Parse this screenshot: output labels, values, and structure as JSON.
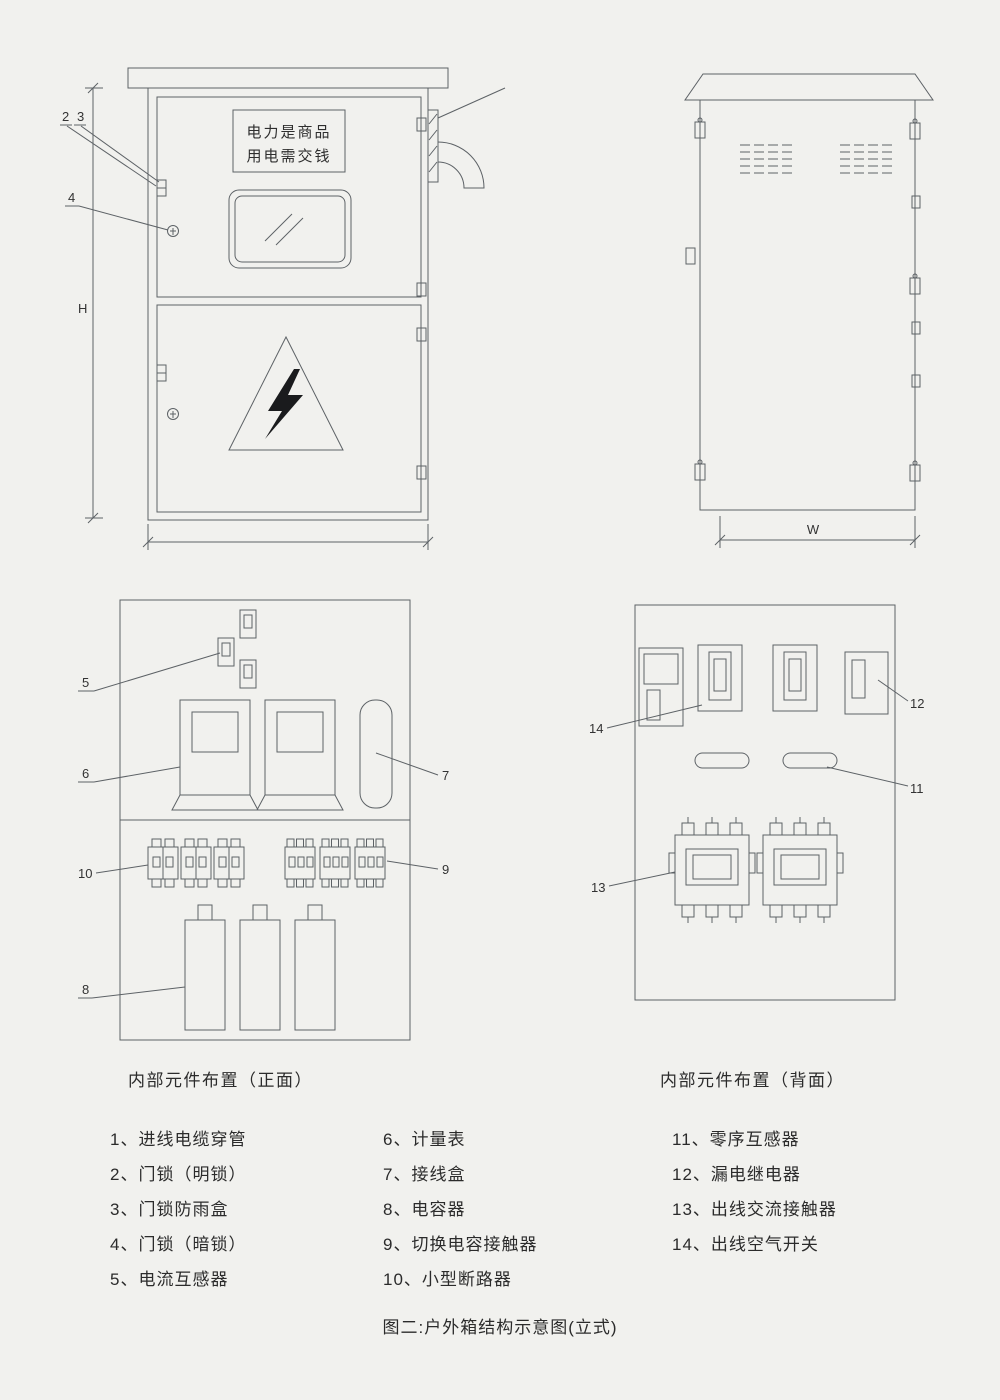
{
  "captions": {
    "front_layout": "内部元件布置（正面）",
    "back_layout": "内部元件布置（背面）",
    "figure_title": "图二:户外箱结构示意图(立式)"
  },
  "front_view": {
    "sign_line1": "电力是商品",
    "sign_line2": "用电需交钱",
    "height_label": "H",
    "callout_2": "2",
    "callout_3": "3",
    "callout_4": "4"
  },
  "back_view": {
    "width_label": "W"
  },
  "internal_front": {
    "callout_5": "5",
    "callout_6": "6",
    "callout_7": "7",
    "callout_8": "8",
    "callout_9": "9",
    "callout_10": "10"
  },
  "internal_back": {
    "callout_11": "11",
    "callout_12": "12",
    "callout_13": "13",
    "callout_14": "14"
  },
  "legend": {
    "col1": [
      "1、进线电缆穿管",
      "2、门锁（明锁）",
      "3、门锁防雨盒",
      "4、门锁（暗锁）",
      "5、电流互感器"
    ],
    "col2": [
      "6、计量表",
      "7、接线盒",
      "8、电容器",
      "9、切换电容接触器",
      "10、小型断路器"
    ],
    "col3": [
      "11、零序互感器",
      "12、漏电继电器",
      "13、出线交流接触器",
      "14、出线空气开关"
    ]
  },
  "colors": {
    "background": "#f1f1ee",
    "line": "#5d6266",
    "text": "#2b2b2b",
    "bolt_fill": "#1a1b1d"
  }
}
